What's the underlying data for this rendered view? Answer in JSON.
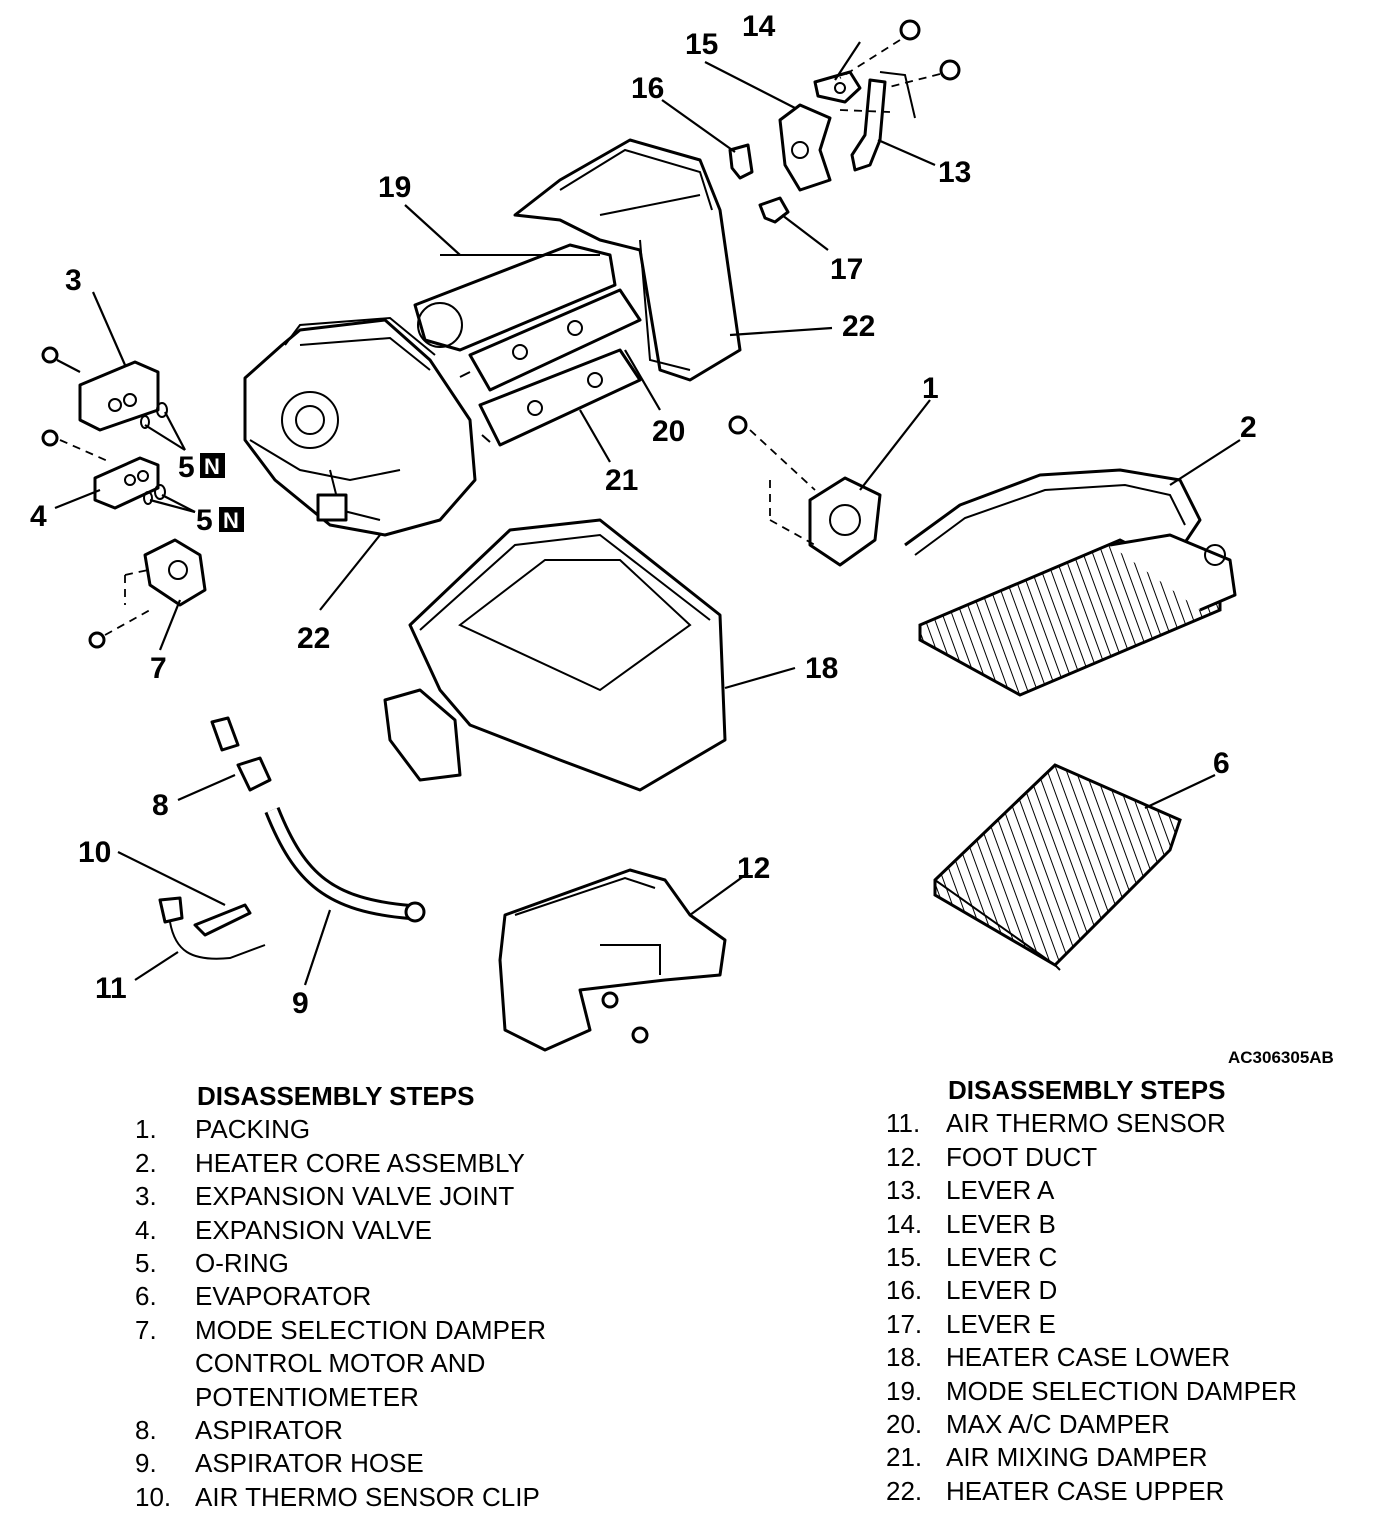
{
  "diagram": {
    "figure_code": "AC306305AB",
    "callouts": [
      "1",
      "2",
      "3",
      "4",
      "5",
      "5",
      "6",
      "7",
      "8",
      "9",
      "10",
      "11",
      "12",
      "13",
      "14",
      "15",
      "16",
      "17",
      "18",
      "19",
      "20",
      "21",
      "22",
      "22"
    ],
    "badge_label": "N"
  },
  "left_list": {
    "heading": "DISASSEMBLY STEPS",
    "steps": [
      {
        "num": "1.",
        "label": "PACKING"
      },
      {
        "num": "2.",
        "label": "HEATER CORE ASSEMBLY"
      },
      {
        "num": "3.",
        "label": "EXPANSION VALVE JOINT"
      },
      {
        "num": "4.",
        "label": "EXPANSION VALVE"
      },
      {
        "num": "5.",
        "label": "O-RING"
      },
      {
        "num": "6.",
        "label": "EVAPORATOR"
      },
      {
        "num": "7.",
        "label": "MODE SELECTION DAMPER\nCONTROL MOTOR AND\nPOTENTIOMETER"
      },
      {
        "num": "8.",
        "label": "ASPIRATOR"
      },
      {
        "num": "9.",
        "label": "ASPIRATOR HOSE"
      },
      {
        "num": "10.",
        "label": "AIR THERMO SENSOR CLIP"
      }
    ]
  },
  "right_list": {
    "heading": "DISASSEMBLY STEPS",
    "steps": [
      {
        "num": "11.",
        "label": "AIR THERMO SENSOR"
      },
      {
        "num": "12.",
        "label": "FOOT DUCT"
      },
      {
        "num": "13.",
        "label": "LEVER A"
      },
      {
        "num": "14.",
        "label": "LEVER B"
      },
      {
        "num": "15.",
        "label": "LEVER C"
      },
      {
        "num": "16.",
        "label": "LEVER D"
      },
      {
        "num": "17.",
        "label": "LEVER E"
      },
      {
        "num": "18.",
        "label": "HEATER CASE LOWER"
      },
      {
        "num": "19.",
        "label": "MODE SELECTION DAMPER"
      },
      {
        "num": "20.",
        "label": "MAX A/C DAMPER"
      },
      {
        "num": "21.",
        "label": "AIR MIXING DAMPER"
      },
      {
        "num": "22.",
        "label": "HEATER CASE UPPER"
      }
    ]
  }
}
